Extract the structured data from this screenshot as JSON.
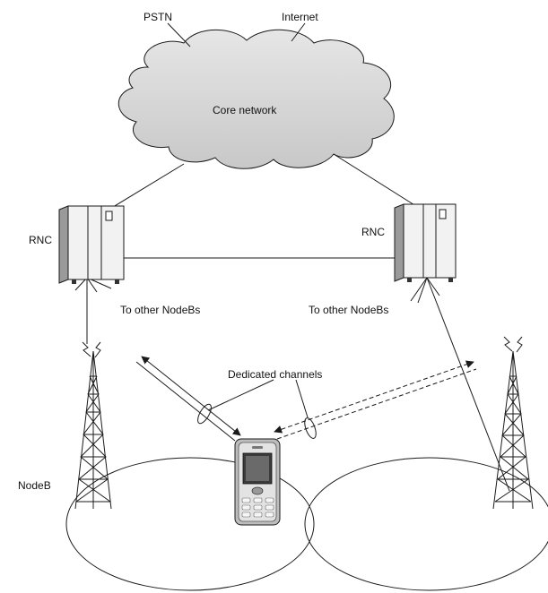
{
  "labels": {
    "pstn": "PSTN",
    "internet": "Internet",
    "core_network": "Core network",
    "rnc_left": "RNC",
    "rnc_right": "RNC",
    "other_nodebs_left": "To other NodeBs",
    "other_nodebs_right": "To other NodeBs",
    "dedicated_channels": "Dedicated channels",
    "nodeb": "NodeB"
  },
  "colors": {
    "cloud_fill": "#d9d9d9",
    "line": "#1a1a1a",
    "rnc_face": "#f2f2f2",
    "rnc_side": "#9a9a9a"
  }
}
